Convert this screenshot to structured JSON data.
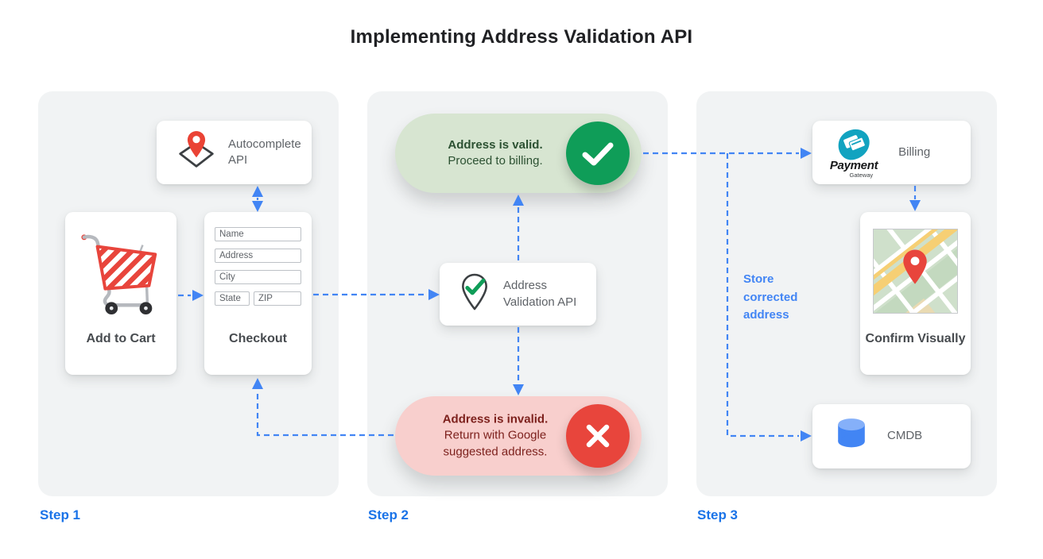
{
  "title": "Implementing Address Validation API",
  "steps": {
    "one": "Step 1",
    "two": "Step 2",
    "three": "Step 3"
  },
  "panel1": {
    "autocomplete_api": {
      "label": "Autocomplete API",
      "icon": "map-pin-diamond-icon"
    },
    "add_to_cart": {
      "label": "Add to Cart",
      "icon": "shopping-cart-icon"
    },
    "checkout": {
      "label": "Checkout",
      "fields": {
        "name": "Name",
        "address": "Address",
        "city": "City",
        "state": "State",
        "zip": "ZIP"
      }
    }
  },
  "panel2": {
    "valid_result": {
      "title": "Address is valid.",
      "subtitle": "Proceed to billing.",
      "icon": "check-circle-icon"
    },
    "address_validation_api": {
      "label": "Address Validation API",
      "icon": "pin-check-icon"
    },
    "invalid_result": {
      "title": "Address is invalid.",
      "subtitle": "Return with Google suggested address.",
      "icon": "x-circle-icon"
    }
  },
  "panel3": {
    "billing": {
      "label": "Billing",
      "logo_title": "Payment",
      "logo_subtitle": "Gateway",
      "icon": "payment-gateway-logo"
    },
    "confirm_visually": {
      "label": "Confirm Visually",
      "icon": "map-thumbnail"
    },
    "cmdb": {
      "label": "CMDB",
      "icon": "database-icon"
    },
    "annotation": "Store corrected address"
  },
  "colors": {
    "accent_blue": "#4285f4",
    "step_blue": "#1a73e8",
    "valid_green": "#0f9d58",
    "invalid_red": "#e8453c",
    "valid_bg": "#d7e5d1",
    "invalid_bg": "#f8cfcd",
    "valid_text": "#2c5132",
    "invalid_text": "#7d211d",
    "panel_bg": "#f1f3f4"
  }
}
